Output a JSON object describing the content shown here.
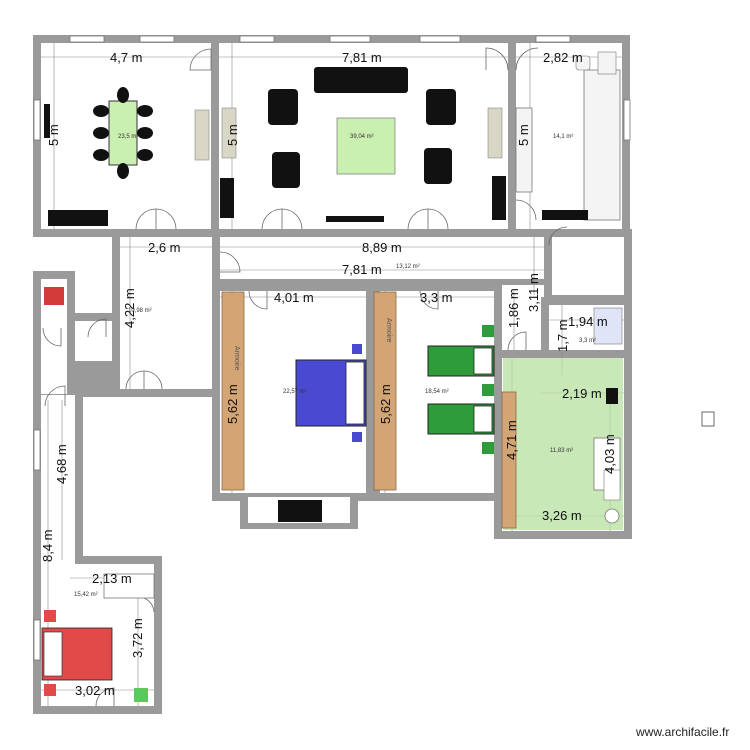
{
  "dimensions": {
    "d1": "4,7 m",
    "d2": "7,81 m",
    "d3": "2,82 m",
    "d4": "5 m",
    "d5": "5 m",
    "d6": "5 m",
    "d7": "2,6 m",
    "d8": "8,89 m",
    "d9": "7,81 m",
    "d10": "4,22 m",
    "d11": "4,01 m",
    "d12": "3,3 m",
    "d13": "3,11 m",
    "d14": "1,86 m",
    "d15": "1,94 m",
    "d16": "1,7 m",
    "d17": "5,62 m",
    "d18": "5,62 m",
    "d19": "2,19 m",
    "d20": "4,71 m",
    "d21": "4,03 m",
    "d22": "3,26 m",
    "d23": "4,68 m",
    "d24": "8,4 m",
    "d25": "2,13 m",
    "d26": "3,72 m",
    "d27": "3,02 m"
  },
  "areas": {
    "dining": "23,5 m²",
    "living": "39,04 m²",
    "kitchen": "14,1 m²",
    "hall": "13,12 m²",
    "entry": "10,98 m²",
    "master": "22,57 m²",
    "twin": "18,54 m²",
    "wc": "3,3 m²",
    "bath": "11,83 m²",
    "guest": "15,42 m²"
  },
  "labels": {
    "wardrobe_left": "Armoire",
    "wardrobe_right": "Armoire"
  },
  "watermark": "www.archifacile.fr",
  "colors": {
    "wall": "#9a9a9a",
    "rug": "#c9f0b0",
    "bed_blue": "#4a4ad0",
    "bed_green": "#2e9c3a",
    "bed_red": "#e24a4a",
    "wardrobe": "#d3a474",
    "bath_tile": "#b7e0a0",
    "furniture": "#111111"
  }
}
